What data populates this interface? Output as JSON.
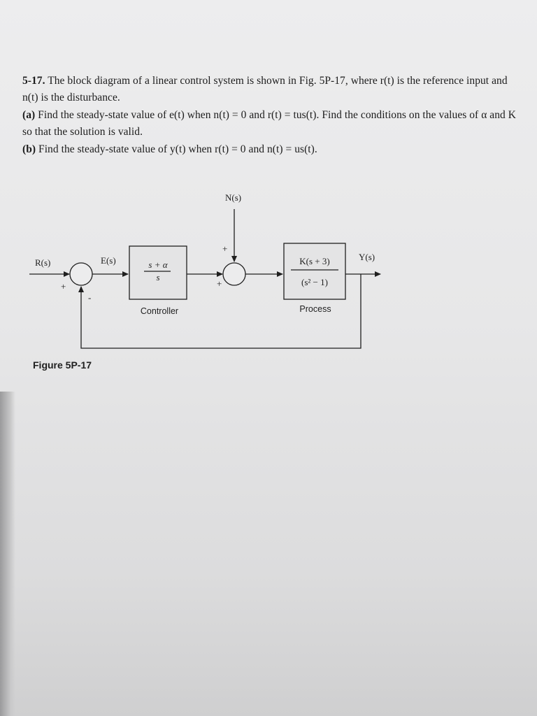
{
  "problem": {
    "number": "5-17.",
    "intro": "The block diagram of a linear control system is shown in Fig. 5P-17, where r(t) is the reference input and n(t) is the disturbance.",
    "part_a_label": "(a)",
    "part_a_text": "Find the steady-state value of e(t) when n(t) = 0 and r(t) = tus(t). Find the conditions on the values of α and K so that the solution is valid.",
    "part_b_label": "(b)",
    "part_b_text": "Find the steady-state value of y(t) when r(t) = 0 and n(t) = us(t)."
  },
  "diagram": {
    "input_label": "R(s)",
    "error_label": "E(s)",
    "disturbance_label": "N(s)",
    "output_label": "Y(s)",
    "sum1_plus": "+",
    "sum1_minus": "-",
    "sum2_plus_top": "+",
    "sum2_plus_left": "+",
    "controller": {
      "numerator": "s + α",
      "denominator": "s",
      "name": "Controller"
    },
    "process": {
      "numerator": "K(s + 3)",
      "denominator": "(s² − 1)",
      "name": "Process"
    },
    "figure_caption": "Figure 5P-17"
  }
}
